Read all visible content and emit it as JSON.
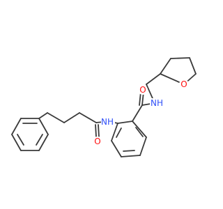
{
  "molecule": {
    "atoms": [
      {
        "id": "O1",
        "text": "O",
        "color": "#ff0d0d"
      },
      {
        "id": "N1",
        "text": "NH",
        "color": "#3050f8"
      },
      {
        "id": "O2",
        "text": "O",
        "color": "#ff0d0d"
      },
      {
        "id": "N2",
        "text": "NH",
        "color": "#3050f8"
      },
      {
        "id": "O3",
        "text": "O",
        "color": "#ff0d0d"
      }
    ],
    "bond_color": "#3a3a3a"
  }
}
